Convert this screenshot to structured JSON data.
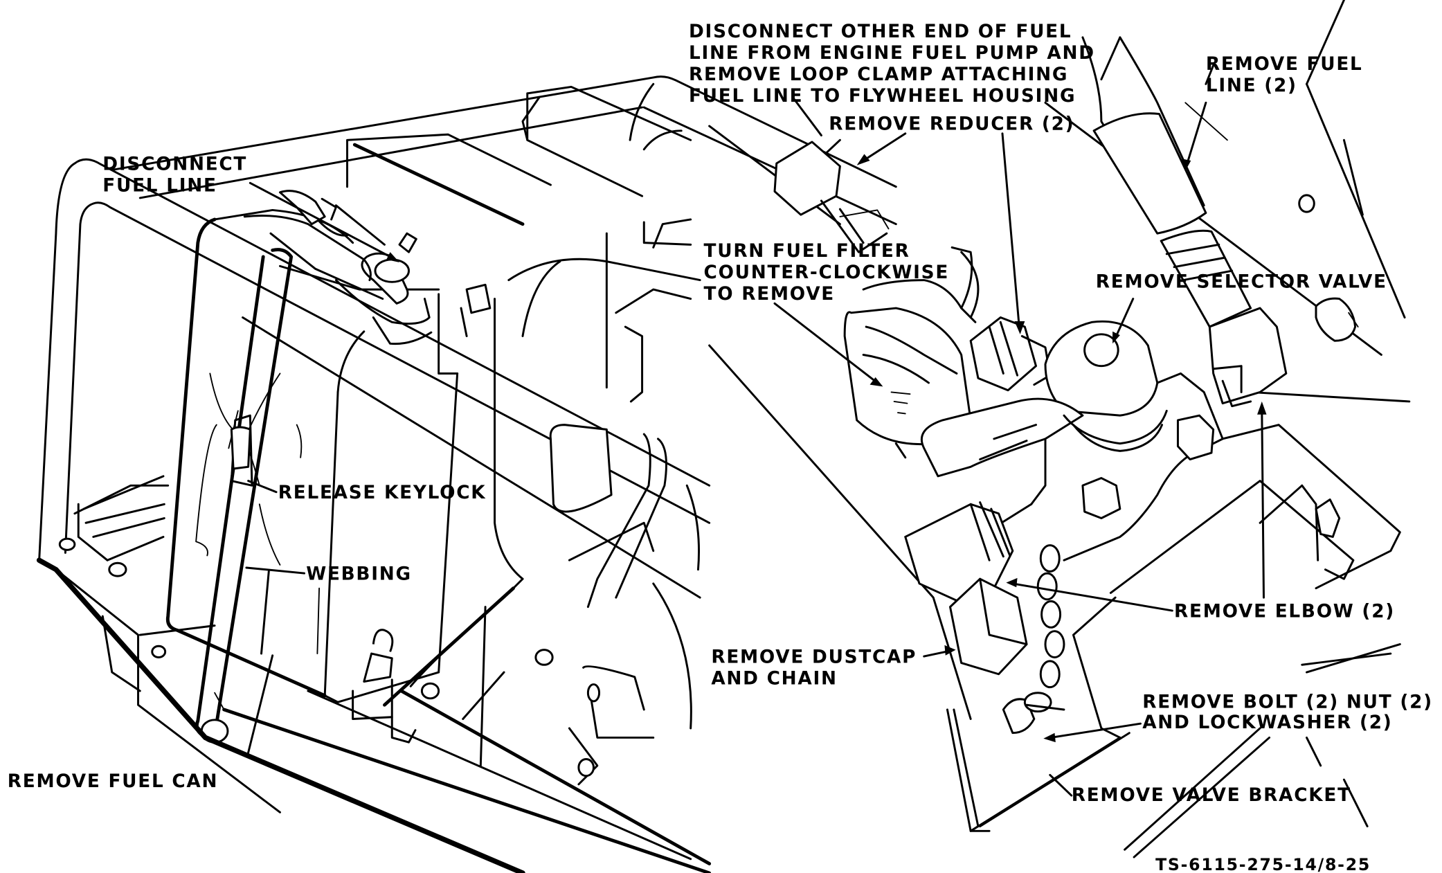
{
  "figure": {
    "id": "TS-6115-275-14/8-25",
    "ink_color": "#000000",
    "paper_color": "#ffffff"
  },
  "labels": {
    "disconnect_fuel_line": [
      "DISCONNECT",
      "FUEL LINE"
    ],
    "release_keylock": "RELEASE KEYLOCK",
    "webbing": "WEBBING",
    "remove_fuel_can": "REMOVE FUEL CAN",
    "disconnect_other_end": [
      "DISCONNECT OTHER END OF FUEL",
      "LINE FROM ENGINE FUEL PUMP AND",
      "REMOVE LOOP CLAMP ATTACHING",
      "FUEL LINE TO FLYWHEEL HOUSING"
    ],
    "remove_reducer": "REMOVE REDUCER (2)",
    "remove_fuel_line": [
      "REMOVE FUEL",
      "LINE (2)"
    ],
    "turn_fuel_filter": [
      "TURN FUEL FILTER",
      "COUNTER-CLOCKWISE",
      "TO REMOVE"
    ],
    "remove_selector_valve": "REMOVE SELECTOR VALVE",
    "remove_elbow": "REMOVE ELBOW (2)",
    "remove_dustcap": [
      "REMOVE DUSTCAP",
      "AND CHAIN"
    ],
    "remove_bolt": [
      "REMOVE BOLT (2) NUT (2)",
      "AND LOCKWASHER (2)"
    ],
    "remove_valve_bracket": "REMOVE VALVE BRACKET"
  }
}
